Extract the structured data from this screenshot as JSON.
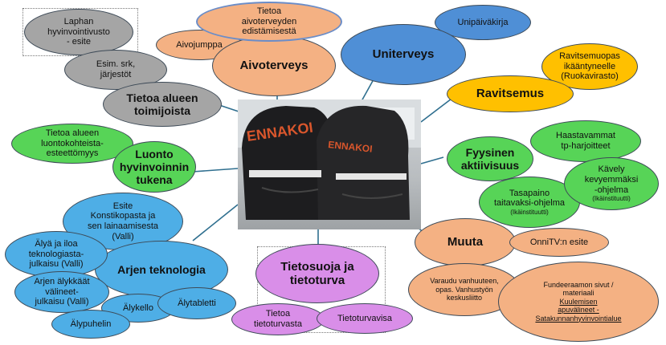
{
  "nodes": {
    "laphan": "Laphan\nhyvinvointivusto\n- esite",
    "esim": "Esim. srk,\njärjestöt",
    "tietoa_toimijoista": "Tietoa alueen\ntoimijoista",
    "aivojumppa": "Aivojumppa",
    "tietoa_aivo": "Tietoa\naivoterveyden\nedistämisestä",
    "aivoterveys": "Aivoterveys",
    "unipaivakirja": "Unipäiväkirja",
    "uniterveys": "Uniterveys",
    "ravitsemusopas": "Ravitsemuopas\nikääntyneelle\n(Ruokavirasto)",
    "ravitsemus": "Ravitsemus",
    "tietoa_luonto": "Tietoa alueen\nluontokohteista-\nesteettömyys",
    "luonto": "Luonto\nhyvinvoinnin\ntukena",
    "fyysinen": "Fyysinen\naktiivisuus",
    "haastavammat": "Haastavammat\ntp-harjoitteet",
    "kavely_main": "Kävely\nkevyemmäksi\n-ohjelma",
    "kavely_sub": "(Ikäinstituutti)",
    "tasapaino_main": "Tasapaino\ntaitavaksi-ohjelma",
    "tasapaino_sub": "(Ikäinstituutti)",
    "esite_konstikopasta": "Esite\nKonstikopasta ja\nsen lainaamisesta\n(Valli)",
    "alya_iloa": "Älyä ja iloa\nteknologiasta-\njulkaisu (Valli)",
    "arjen_alykkaat": "Arjen älykkäät\nvälineet-\njulkaisu (Valli)",
    "arjen_teknologia": "Arjen teknologia",
    "alykello": "Älykello",
    "alytabletti": "Älytabletti",
    "alypuhelin": "Älypuhelin",
    "tietosuoja": "Tietosuoja ja\ntietoturva",
    "tietoa_tietoturvasta": "Tietoa\ntietoturvasta",
    "tietoturvavisa": "Tietoturvavisa",
    "muuta": "Muuta",
    "onnitv": "OnniTV:n  esite",
    "varaudu": "Varaudu vanhuuteen,\nopas. Vanhustyön\nkeskusliitto",
    "fundeeraamon": "Fundeeraamon sivut /\nmateriaali",
    "kuulemisen": "Kuulemisen\napuvälineet -\nSatakunnanhyvinvointialue"
  },
  "photo": {
    "bag_text_left": "ENNAKOI",
    "bag_text_right": "ENNAKOI"
  },
  "colors": {
    "grey": "#a5a5a5",
    "orange": "#f4b183",
    "blue": "#4f8fd6",
    "yellow": "#ffc000",
    "green": "#57d457",
    "sky": "#4eaee6",
    "pink": "#d98ee8",
    "connector": "#2f6f8f"
  }
}
